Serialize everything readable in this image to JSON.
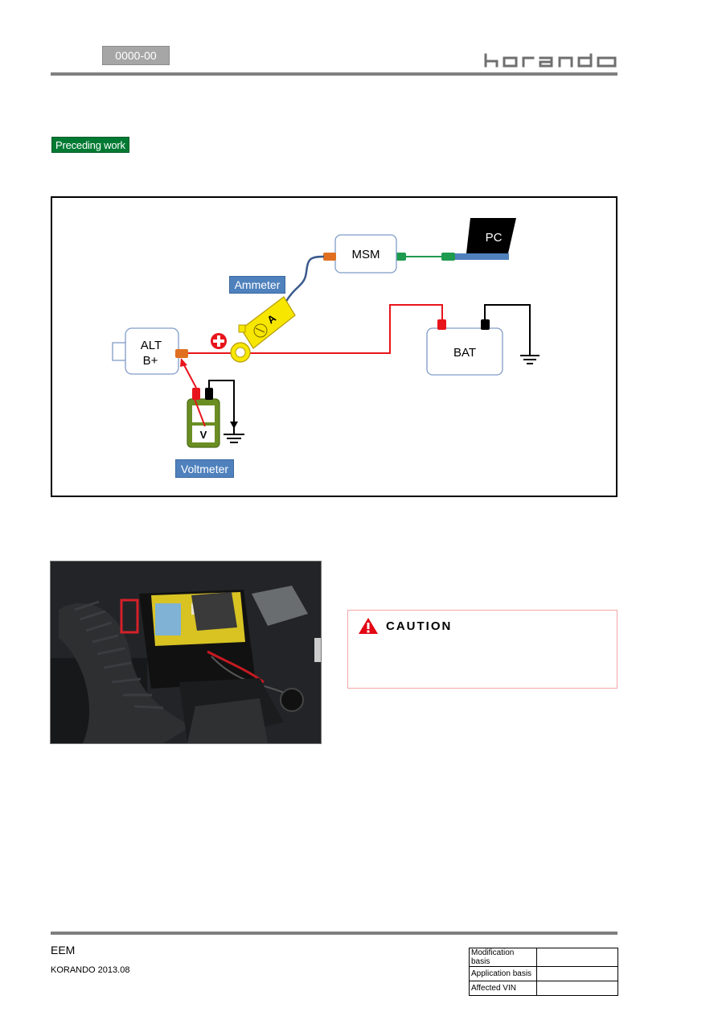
{
  "header": {
    "doc_code": "0000-00",
    "brand": "korando"
  },
  "section": {
    "preceding_label": "Preceding work"
  },
  "diagram": {
    "nodes": {
      "pc": "PC",
      "msm": "MSM",
      "alt_line1": "ALT",
      "alt_line2": "B+",
      "bat": "BAT",
      "ammeter_symbol": "A",
      "voltmeter_symbol": "V"
    },
    "tags": {
      "ammeter": "Ammeter",
      "voltmeter": "Voltmeter"
    },
    "colors": {
      "positive_wire": "#e8141b",
      "ground_wire": "#000000",
      "clamp": "#f7e600",
      "msm_link": "#1d9b4e",
      "ammeter_cable": "#3b5a8c",
      "meter_body": "#6b8e23",
      "tag_bg": "#4f81bd"
    }
  },
  "caution": {
    "title": "CAUTION",
    "colors": {
      "icon": "#e30613",
      "border": "#f2a6a6"
    }
  },
  "footer": {
    "title": "EEM",
    "subtitle": "KORANDO 2013.08",
    "table": [
      {
        "key": "Modification basis",
        "value": ""
      },
      {
        "key": "Application basis",
        "value": ""
      },
      {
        "key": "Affected VIN",
        "value": ""
      }
    ]
  }
}
